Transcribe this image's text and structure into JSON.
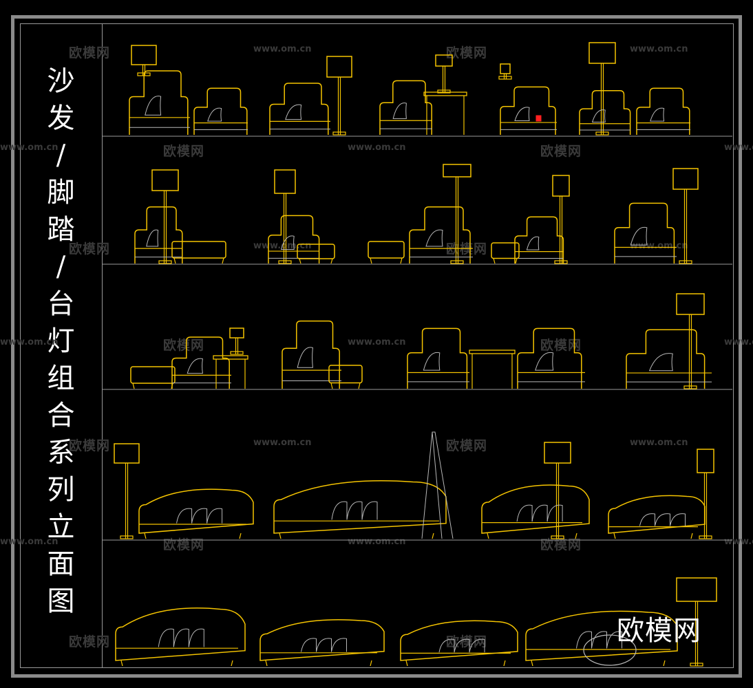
{
  "title": {
    "characters": [
      "沙",
      "发",
      "/",
      "脚",
      "踏",
      "/",
      "台",
      "灯",
      "组",
      "合",
      "系",
      "列",
      "立",
      "面",
      "图"
    ],
    "text": "沙发/脚踏/台灯组合系列立面图"
  },
  "watermarks": {
    "brand": "欧模网",
    "url": "www.om.cn"
  },
  "logo": "欧模网",
  "colors": {
    "background": "#000000",
    "frame": "#8a8a8a",
    "furniture_line": "#f5c400",
    "cushion_line": "#b8b8b8",
    "title_text": "#ffffff"
  }
}
